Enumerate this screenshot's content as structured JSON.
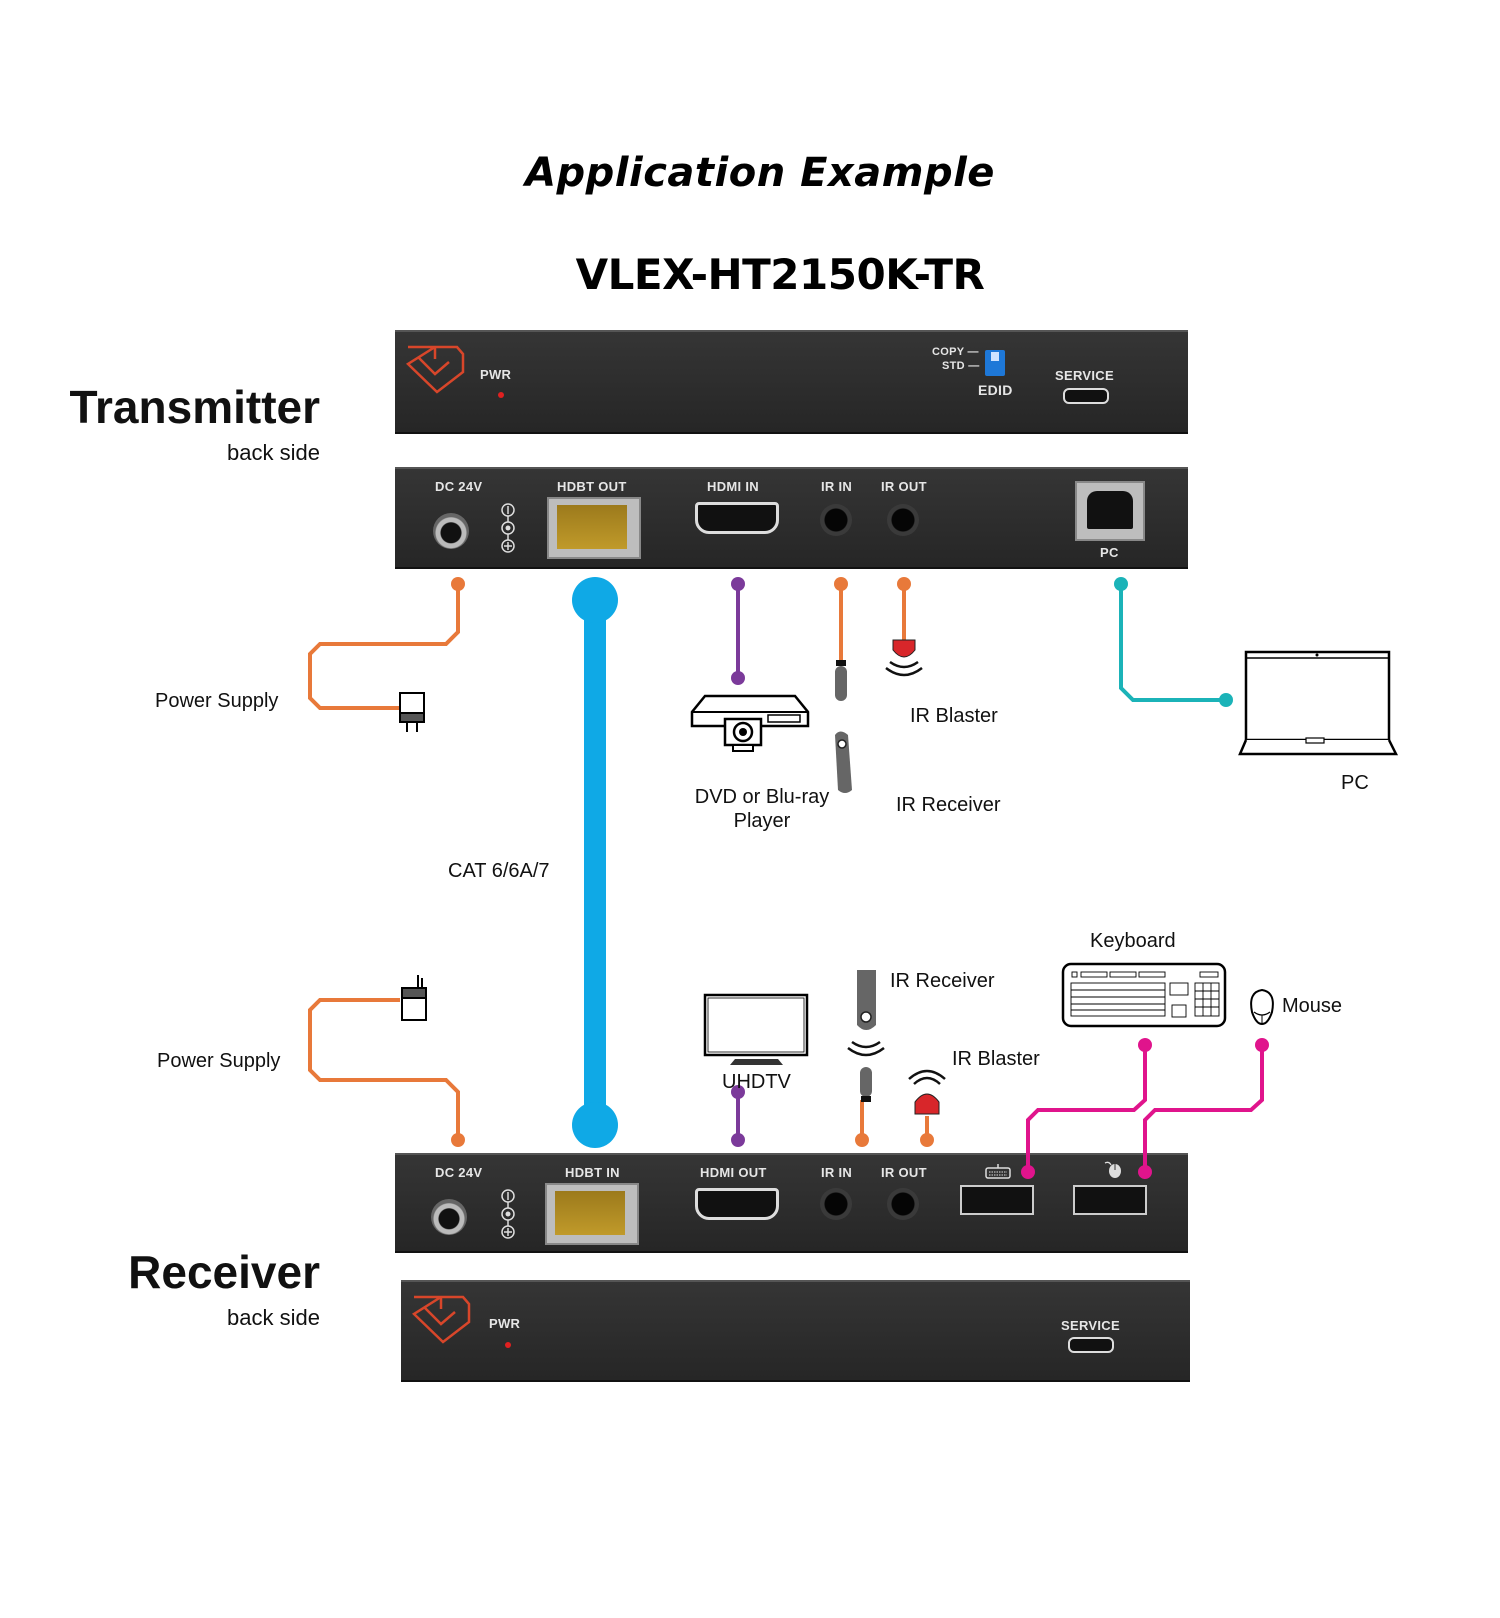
{
  "header": {
    "title": "Application Example",
    "model": "VLEX-HT2150K-TR"
  },
  "transmitter": {
    "title": "Transmitter",
    "subtitle": "back side",
    "front_panel": {
      "pwr_label": "PWR",
      "edid_switch": {
        "copy_label": "COPY",
        "std_label": "STD",
        "label": "EDID"
      },
      "service_label": "SERVICE"
    },
    "rear_panel": {
      "ports": [
        "DC 24V",
        "HDBT OUT",
        "HDMI IN",
        "IR IN",
        "IR OUT",
        "PC"
      ]
    }
  },
  "receiver": {
    "title": "Receiver",
    "subtitle": "back side",
    "rear_panel": {
      "ports": [
        "DC 24V",
        "HDBT IN",
        "HDMI OUT",
        "IR IN",
        "IR OUT",
        "keyboard-icon",
        "mouse-icon"
      ]
    },
    "front_panel": {
      "pwr_label": "PWR",
      "service_label": "SERVICE"
    }
  },
  "devices": {
    "tx_power_supply": "Power Supply",
    "rx_power_supply": "Power Supply",
    "cable": "CAT 6/6A/7",
    "dvd_line1": "DVD or Blu-ray",
    "dvd_line2": "Player",
    "tx_ir_blaster": "IR Blaster",
    "tx_ir_receiver": "IR Receiver",
    "pc": "PC",
    "uhdtv": "UHDTV",
    "rx_ir_receiver": "IR Receiver",
    "rx_ir_blaster": "IR Blaster",
    "keyboard": "Keyboard",
    "mouse": "Mouse"
  },
  "colors": {
    "power": "#e8793a",
    "hdbt": "#0fa9e6",
    "hdmi": "#7b3a9a",
    "ir": "#e8793a",
    "usb_pc": "#1bb3b8",
    "usb_hid": "#e0148c",
    "brand": "#d8462a",
    "panel": "#2c2c2c",
    "ir_blaster": "#d8262a"
  }
}
